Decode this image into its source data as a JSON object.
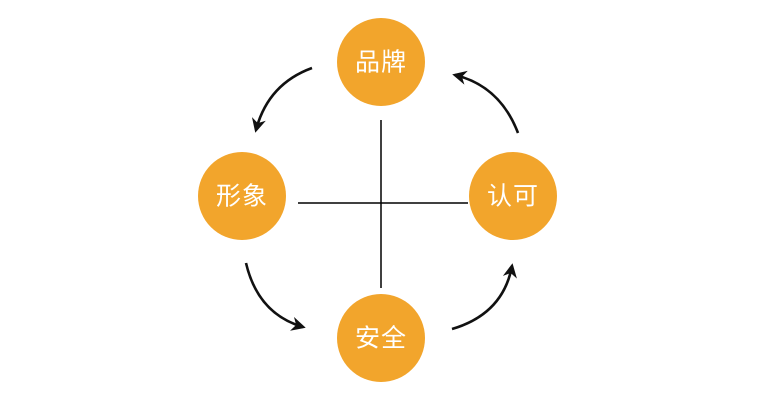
{
  "diagram": {
    "nodes": {
      "top": {
        "label": "品牌"
      },
      "left": {
        "label": "形象"
      },
      "right": {
        "label": "认可"
      },
      "bottom": {
        "label": "安全"
      }
    },
    "arrow_direction": "counter-clockwise",
    "colors": {
      "node_fill": "#f2a52c",
      "node_text": "#ffffff",
      "line": "#000000",
      "arrow": "#111111"
    }
  }
}
